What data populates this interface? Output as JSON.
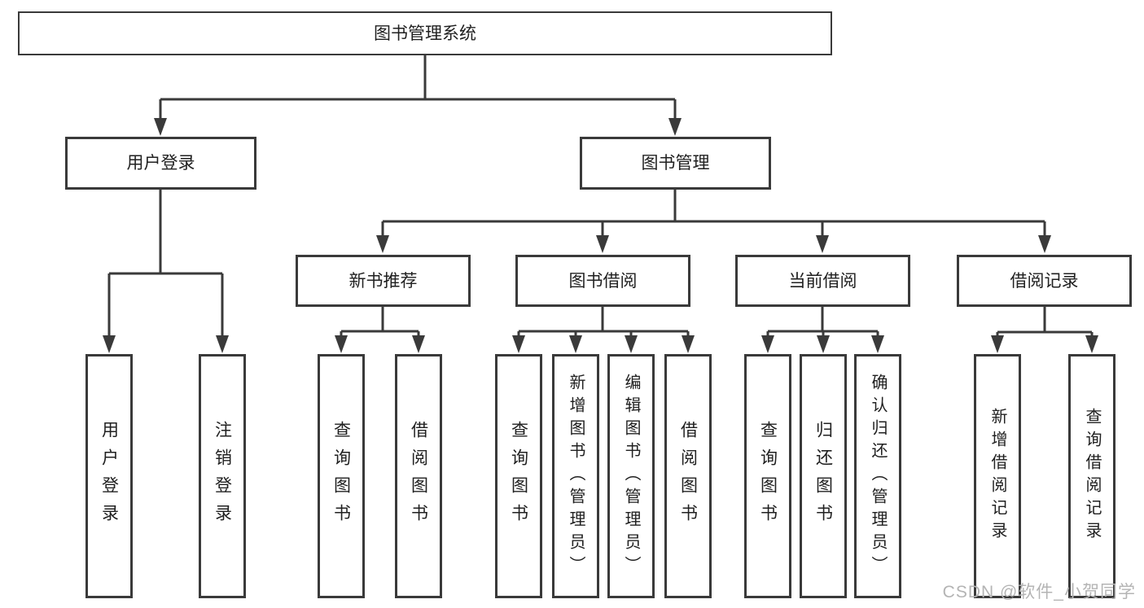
{
  "diagram": {
    "type": "hierarchy-tree",
    "watermark": "CSDN @软件_小贺同学",
    "colors": {
      "line": "#3a3a3a",
      "text": "#202020",
      "box_background": "#ffffff",
      "canvas_background": "#ffffff",
      "watermark": "#b4b4b4"
    },
    "nodes": {
      "root": {
        "label": "图书管理系统",
        "parent": null
      },
      "user_login": {
        "label": "用户登录",
        "parent": "root"
      },
      "book_mgmt": {
        "label": "图书管理",
        "parent": "root"
      },
      "new_book": {
        "label": "新书推荐",
        "parent": "book_mgmt"
      },
      "book_borrow": {
        "label": "图书借阅",
        "parent": "book_mgmt"
      },
      "current_borrow": {
        "label": "当前借阅",
        "parent": "book_mgmt"
      },
      "borrow_record": {
        "label": "借阅记录",
        "parent": "book_mgmt"
      },
      "leaf_user_login": {
        "label": "用户登录",
        "parent": "user_login"
      },
      "leaf_logout": {
        "label": "注销登录",
        "parent": "user_login"
      },
      "leaf_nb_query": {
        "label": "查询图书",
        "parent": "new_book"
      },
      "leaf_nb_borrow": {
        "label": "借阅图书",
        "parent": "new_book"
      },
      "leaf_bb_query": {
        "label": "查询图书",
        "parent": "book_borrow"
      },
      "leaf_bb_add": {
        "label": "新增图书（管理员）",
        "parent": "book_borrow"
      },
      "leaf_bb_edit": {
        "label": "编辑图书（管理员）",
        "parent": "book_borrow"
      },
      "leaf_bb_borrow": {
        "label": "借阅图书",
        "parent": "book_borrow"
      },
      "leaf_cb_query": {
        "label": "查询图书",
        "parent": "current_borrow"
      },
      "leaf_cb_return": {
        "label": "归还图书",
        "parent": "current_borrow"
      },
      "leaf_cb_confirm": {
        "label": "确认归还（管理员）",
        "parent": "current_borrow"
      },
      "leaf_br_add": {
        "label": "新增借阅记录",
        "parent": "borrow_record"
      },
      "leaf_br_query": {
        "label": "查询借阅记录",
        "parent": "borrow_record"
      }
    }
  }
}
